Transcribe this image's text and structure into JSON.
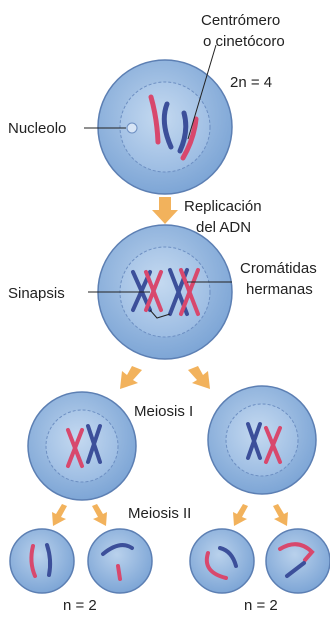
{
  "labels": {
    "centromere_line1": "Centrómero",
    "centromere_line2": "o cinetócoro",
    "diploid": "2n = 4",
    "nucleolus": "Nucleolo",
    "replication_line1": "Replicación",
    "replication_line2": "del ADN",
    "chromatids_line1": "Cromátidas",
    "chromatids_line2": "hermanas",
    "synapsis": "Sinapsis",
    "meiosis1": "Meiosis I",
    "meiosis2": "Meiosis II",
    "haploid_left": "n = 2",
    "haploid_right": "n = 2"
  },
  "colors": {
    "cell_fill": "#8fb3dc",
    "nucleus_fill": "#a9c6e6",
    "membrane": "#5c7fb3",
    "arrow": "#f2b25c",
    "chromosome_red": "#d8486d",
    "chromosome_blue": "#3c4f9a"
  }
}
